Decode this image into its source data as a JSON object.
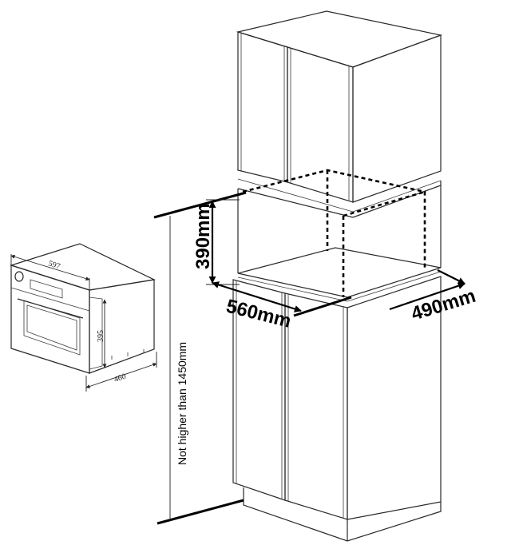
{
  "cabinet": {
    "niche_height_label": "390mm",
    "niche_width_label": "560mm",
    "niche_depth_label": "490mm",
    "max_height_label": "Not higher than 1450mm"
  },
  "oven": {
    "width_label": "597",
    "height_label": "395",
    "depth_label": "460"
  }
}
